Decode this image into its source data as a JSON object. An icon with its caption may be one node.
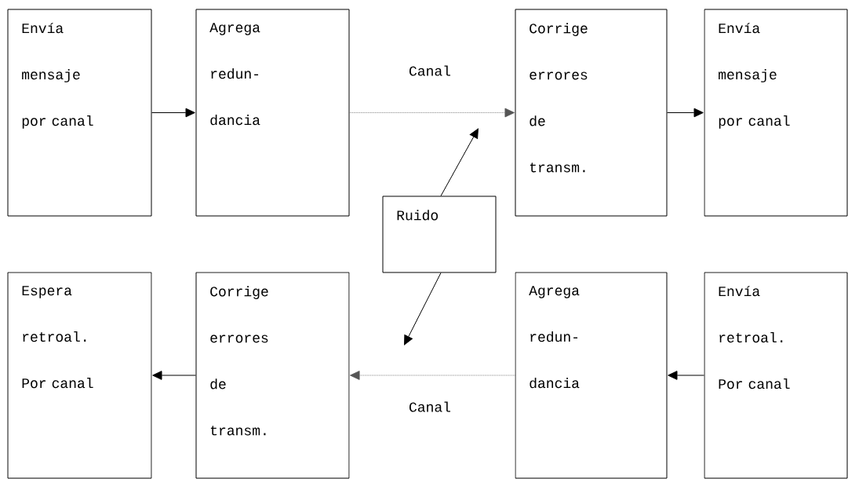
{
  "diagram": {
    "nodes": [
      {
        "text": [
          "Envía mensaje por canal"
        ]
      },
      {
        "text": [
          "Agrega redun- dancia"
        ]
      },
      {
        "text": [
          "Corrige errores de transm."
        ]
      },
      {
        "text": [
          "Envía mensaje por canal"
        ]
      },
      {
        "text": [
          "Ruido"
        ]
      },
      {
        "text": [
          "Espera retroal. Por canal"
        ]
      },
      {
        "text": [
          "Corrige errores de transm."
        ]
      },
      {
        "text": [
          "Agrega redun- dancia"
        ]
      },
      {
        "text": [
          "Envía retroal. Por canal"
        ]
      }
    ],
    "edges": [
      {
        "from": 0,
        "to": 1,
        "arrow": "to"
      },
      {
        "from": 1,
        "to": 2,
        "arrow": "to",
        "label": "Canal",
        "style": "dashed",
        "color": "#555555"
      },
      {
        "from": 2,
        "to": 3,
        "arrow": "to"
      },
      {
        "from": 4,
        "to": null,
        "arrow": "to"
      },
      {
        "from": 4,
        "to": null,
        "arrow": "to"
      },
      {
        "from": 8,
        "to": 7,
        "arrow": "to"
      },
      {
        "from": 7,
        "to": 6,
        "arrow": "to",
        "label": "Canal",
        "style": "dashed",
        "color": "#555555"
      },
      {
        "from": 6,
        "to": 5,
        "arrow": "to"
      }
    ]
  }
}
